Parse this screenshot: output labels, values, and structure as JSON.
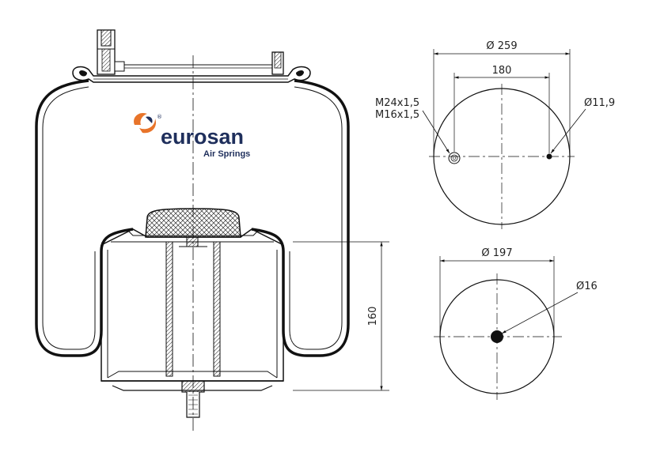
{
  "brand": {
    "name": "eurosan",
    "tagline": "Air Springs",
    "registered_mark": "®",
    "colors": {
      "text": "#1f2f5c",
      "accent": "#e8742a"
    }
  },
  "dimensions": {
    "top_plate_diameter": "Ø 259",
    "bolt_spacing": "180",
    "thread_label_1": "M24x1,5",
    "thread_label_2": "M16x1,5",
    "top_hole_diameter": "Ø11,9",
    "height": "160",
    "piston_diameter": "Ø 197",
    "bottom_hole_diameter": "Ø16"
  }
}
